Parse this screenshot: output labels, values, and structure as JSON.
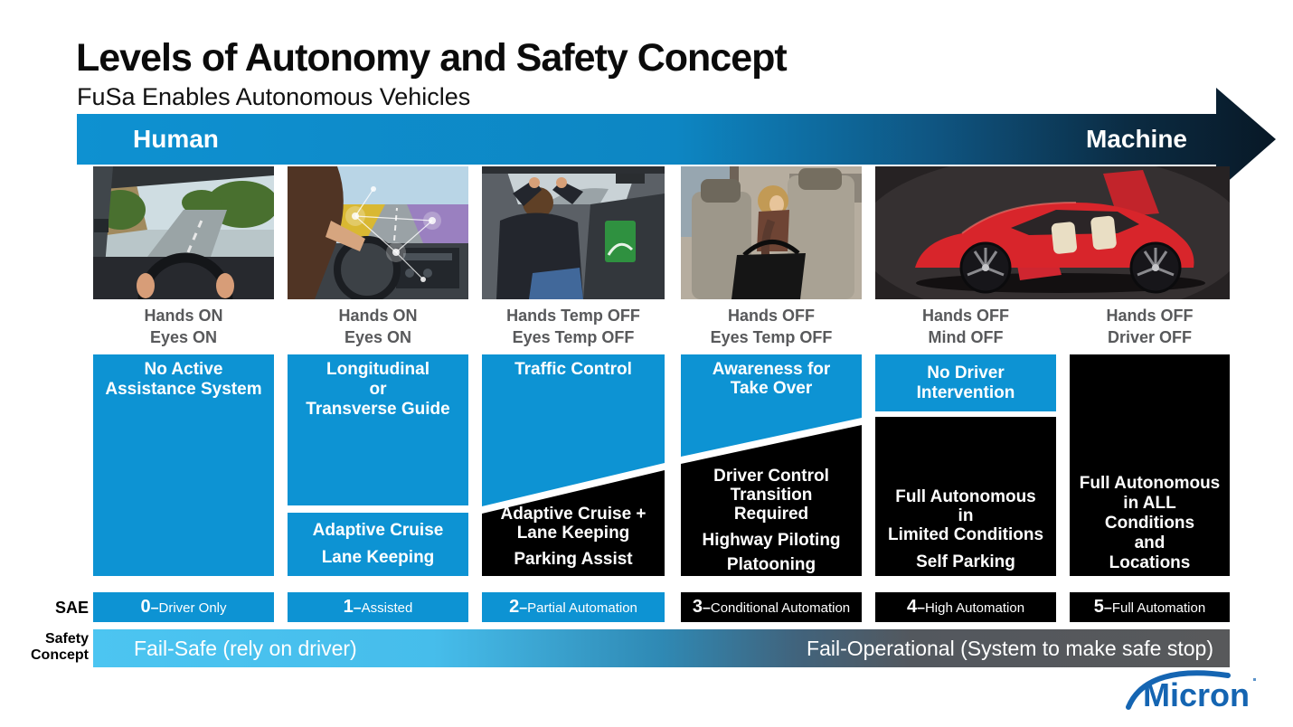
{
  "slide": {
    "title": "Levels of Autonomy and Safety Concept",
    "subtitle": "FuSa Enables Autonomous Vehicles"
  },
  "spectrum": {
    "left": "Human",
    "right": "Machine"
  },
  "sae_row_label": "SAE",
  "sae_separator": "–",
  "safety": {
    "label": "Safety\nConcept",
    "fail_safe": "Fail-Safe (rely on driver)",
    "fail_operational": "Fail-Operational (System to make safe stop)"
  },
  "logo_text": "Micron",
  "columns": [
    {
      "hands_eyes": "Hands ON\nEyes ON",
      "photo": "driver-hands-on-wheel",
      "blue_main": "No Active\nAssistance System",
      "sae": {
        "number": "0",
        "name": "Driver Only"
      }
    },
    {
      "hands_eyes": "Hands ON\nEyes ON",
      "photo": "driver-with-assist-overlay",
      "blue_top": "Longitudinal\nor\nTransverse Guide",
      "blue_bottom": [
        "Adaptive Cruise",
        "Lane Keeping"
      ],
      "sae": {
        "number": "1",
        "name": "Assisted"
      }
    },
    {
      "hands_eyes": "Hands Temp OFF\nEyes Temp OFF",
      "photo": "driver-hands-off-relaxing",
      "blue_top": "Traffic Control",
      "black_items": [
        "Adaptive Cruise +\nLane Keeping",
        "Parking Assist"
      ],
      "sae": {
        "number": "2",
        "name": "Partial Automation"
      }
    },
    {
      "hands_eyes": "Hands OFF\nEyes Temp OFF",
      "photo": "driver-reaching-back-seat",
      "blue_top": "Awareness for\nTake Over",
      "black_items": [
        "Driver Control\nTransition\nRequired",
        "Highway Piloting",
        "Platooning"
      ],
      "sae": {
        "number": "3",
        "name": "Conditional Automation"
      }
    },
    {
      "hands_eyes": "Hands OFF\nMind OFF",
      "photo": "autonomous-concept-car",
      "blue_top": "No Driver\nIntervention",
      "black_items": [
        "Full Autonomous\nin\nLimited Conditions",
        "Self Parking"
      ],
      "sae": {
        "number": "4",
        "name": "High Automation"
      }
    },
    {
      "hands_eyes": "Hands OFF\nDriver OFF",
      "black_main": "Full Autonomous\nin ALL\nConditions\nand\nLocations",
      "sae": {
        "number": "5",
        "name": "Full Automation"
      }
    }
  ],
  "colors": {
    "accent_blue": "#0d93d3",
    "arrow_blue_start": "#0e91d1",
    "arrow_dark_end": "#081826",
    "box_black": "#000000",
    "label_gray": "#58595b",
    "failsafe_light_blue": "#4cc5f1",
    "failoperational_gray": "#58595b",
    "micron_blue": "#1565b2"
  }
}
